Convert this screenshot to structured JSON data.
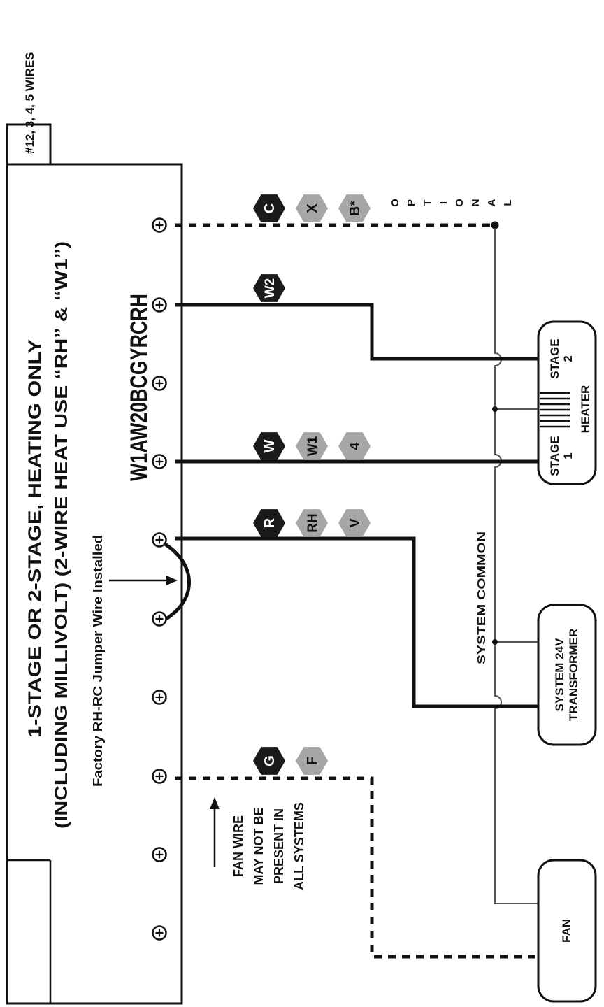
{
  "page_label": "#12, 3, 4, 5 WIRES",
  "title_line1": "1-STAGE OR 2-STAGE, HEATING ONLY",
  "title_line2": "(INCLUDING MILLIVOLT)  (2-WIRE HEAT USE “RH” & “W1”)",
  "model_number": "W1AW20BCGYRCRH",
  "jumper_note": "Factory RH-RC Jumper Wire Installed",
  "fan_note": [
    "FAN WIRE",
    "MAY NOT BE",
    "PRESENT IN",
    "ALL SYSTEMS"
  ],
  "system_common": "SYSTEM COMMON",
  "optional_letters": [
    "O",
    "P",
    "T",
    "I",
    "O",
    "N",
    "A",
    "L"
  ],
  "terminals": {
    "c": [
      "C",
      "X",
      "B*"
    ],
    "w2": [
      "W2"
    ],
    "w": [
      "W",
      "W1",
      "4"
    ],
    "r": [
      "R",
      "RH",
      "V"
    ],
    "g": [
      "G",
      "F"
    ]
  },
  "heater": {
    "stage2": [
      "STAGE",
      "2"
    ],
    "stage1": [
      "STAGE",
      "1"
    ],
    "name": "HEATER"
  },
  "transformer": [
    "SYSTEM 24V",
    "TRANSFORMER"
  ],
  "fan": "FAN",
  "colors": {
    "wire": "#111111",
    "dark_hex": "#1a1a1a",
    "light_hex": "#a6a6a6",
    "thin_line": "#555555"
  }
}
